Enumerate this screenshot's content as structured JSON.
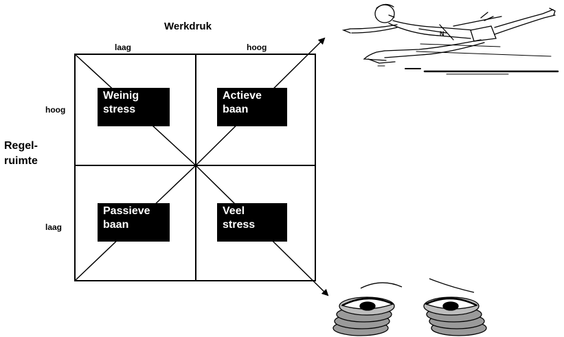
{
  "x_axis": {
    "title": "Werkdruk",
    "low": "laag",
    "high": "hoog"
  },
  "y_axis": {
    "title_line1": "Regel-",
    "title_line2": "ruimte",
    "high": "hoog",
    "low": "laag"
  },
  "quadrants": {
    "top_left": {
      "line1": "Weinig",
      "line2": "stress"
    },
    "top_right": {
      "line1": "Actieve",
      "line2": "baan"
    },
    "bottom_left": {
      "line1": "Passieve",
      "line2": "baan"
    },
    "bottom_right": {
      "line1": "Veel",
      "line2": "stress"
    }
  },
  "illustrations": {
    "top_right": "running-man-illustration",
    "bottom_right": "tired-eyes-illustration"
  },
  "colors": {
    "line": "#000000",
    "box_fill": "#000000",
    "box_text": "#ffffff",
    "eye_fill": "#9a9a9a"
  }
}
